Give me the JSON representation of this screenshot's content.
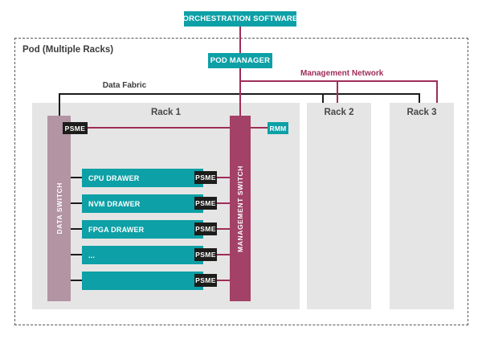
{
  "diagram": {
    "orchestration_label": "ORCHESTRATION SOFTWARE",
    "pod_manager_label": "POD MANAGER",
    "pod_label": "Pod (Multiple Racks)",
    "data_fabric_label": "Data Fabric",
    "management_network_label": "Management Network",
    "racks": {
      "rack1": "Rack 1",
      "rack2": "Rack 2",
      "rack3": "Rack 3"
    },
    "data_switch_label": "DATA SWITCH",
    "management_switch_label": "MANAGEMENT SWITCH",
    "rmm_label": "RMM",
    "psme_label": "PSME",
    "drawers": [
      {
        "label": "CPU DRAWER"
      },
      {
        "label": "NVM DRAWER"
      },
      {
        "label": "FPGA DRAWER"
      },
      {
        "label": "..."
      },
      {
        "label": ""
      }
    ],
    "colors": {
      "teal": "#0da0a6",
      "crimson_line": "#9e2d59",
      "management_switch_bar": "#a34166",
      "data_switch_bar": "#b294a3",
      "rack_gray": "#e6e5e5",
      "chip_black": "#1d1d1b",
      "fabric_line_black": "#1b1b1b",
      "text_dark": "#3c3c3b"
    }
  }
}
